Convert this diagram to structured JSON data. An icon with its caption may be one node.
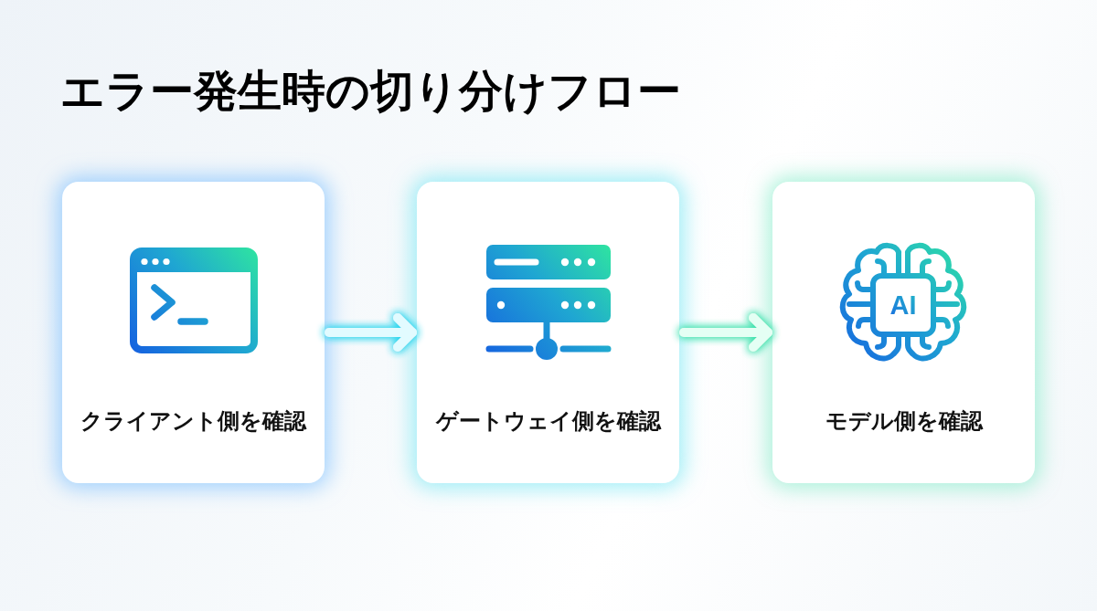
{
  "diagram": {
    "title": "エラー発生時の切り分けフロー",
    "nodes": [
      {
        "text": [
          "クライアント側を確認"
        ]
      },
      {
        "text": [
          "ゲートウェイ側を確認"
        ]
      },
      {
        "text": [
          "モデル側を確認"
        ]
      }
    ],
    "edges": [
      {
        "from": 0,
        "to": 1,
        "arrow": "to"
      },
      {
        "from": 1,
        "to": 2,
        "arrow": "to"
      }
    ],
    "labels": [
      "AI"
    ]
  }
}
